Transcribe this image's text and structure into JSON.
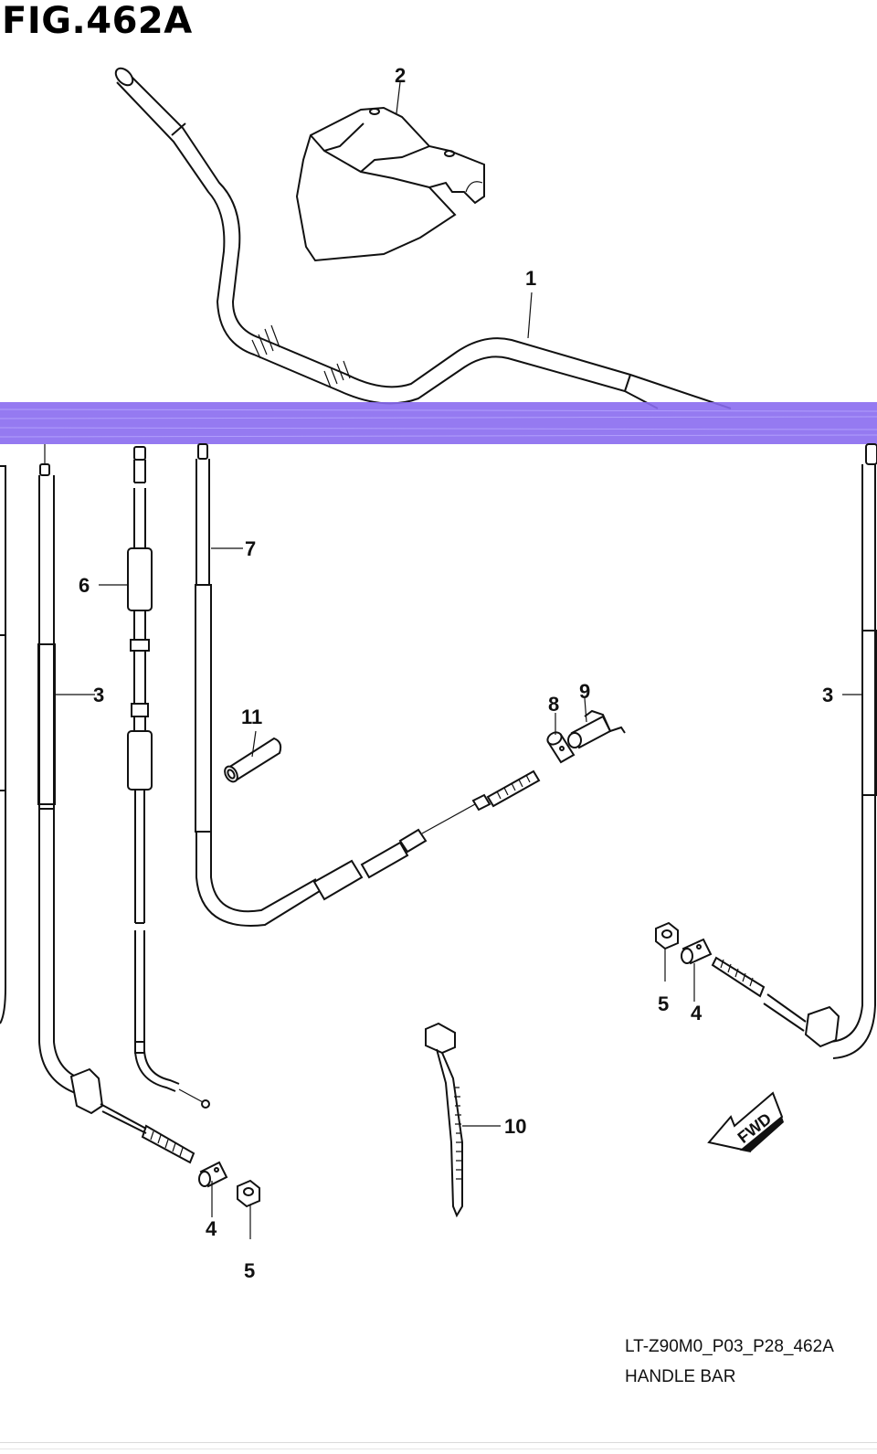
{
  "figure": {
    "title": "FIG.462A",
    "code": "LT-Z90M0_P03_P28_462A",
    "name": "HANDLE BAR",
    "fwd_label": "FWD",
    "band_color": "#8a6cf0"
  },
  "callouts": {
    "c1": "1",
    "c2": "2",
    "c3a": "3",
    "c3b": "3",
    "c4a": "4",
    "c4b": "4",
    "c5a": "5",
    "c5b": "5",
    "c6": "6",
    "c7": "7",
    "c8": "8",
    "c9": "9",
    "c10": "10",
    "c11": "11"
  }
}
